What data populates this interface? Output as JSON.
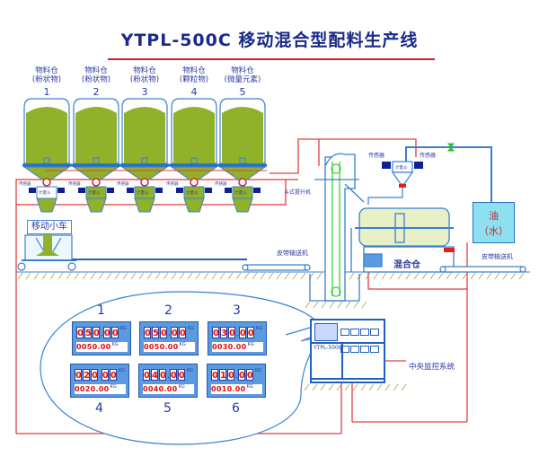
{
  "title": "YTPL-500C 移动混合型配料生产线",
  "colors": {
    "title": "#1a2a8a",
    "accent_red": "#cc2222",
    "pipe_blue": "#2a70c0",
    "material_green": "#8fb22a",
    "display_red": "#e01010"
  },
  "silos": [
    {
      "name": "物料仓",
      "type": "(粉状物)",
      "number": "1"
    },
    {
      "name": "物料仓",
      "type": "(粉状物)",
      "number": "2"
    },
    {
      "name": "物料仓",
      "type": "(粉状物)",
      "number": "3"
    },
    {
      "name": "物料仓",
      "type": "(颗粒物)",
      "number": "4"
    },
    {
      "name": "物料仓",
      "type": "(微量元素)",
      "number": "5"
    }
  ],
  "labels": {
    "sensor": "传感器",
    "weigh_hopper": "计量斗",
    "mobile_cart": "移动小车",
    "bucket_elevator": "斗式提升机",
    "belt_conveyor_left": "皮带输送机",
    "belt_conveyor_right": "皮带输送机",
    "mixer": "混合仓",
    "oil": "油",
    "water": "（水）",
    "control_system": "中央监控系统",
    "controller_model": "YTPL-500C"
  },
  "displays": [
    {
      "number": "1",
      "setpoint": [
        "0",
        "5",
        "0",
        ".",
        "0",
        "0"
      ],
      "actual": "0050.00",
      "unit": "KG"
    },
    {
      "number": "2",
      "setpoint": [
        "0",
        "5",
        "0",
        ".",
        "0",
        "0"
      ],
      "actual": "0050.00",
      "unit": "KG"
    },
    {
      "number": "3",
      "setpoint": [
        "0",
        "3",
        "0",
        ".",
        "0",
        "0"
      ],
      "actual": "0030.00",
      "unit": "KG"
    },
    {
      "number": "4",
      "setpoint": [
        "0",
        "2",
        "0",
        ".",
        "0",
        "0"
      ],
      "actual": "0020.00",
      "unit": "KG"
    },
    {
      "number": "5",
      "setpoint": [
        "0",
        "4",
        "0",
        ".",
        "0",
        "0"
      ],
      "actual": "0040.00",
      "unit": "KG"
    },
    {
      "number": "6",
      "setpoint": [
        "0",
        "1",
        "0",
        ".",
        "0",
        "0"
      ],
      "actual": "0010.00",
      "unit": "KG"
    }
  ]
}
